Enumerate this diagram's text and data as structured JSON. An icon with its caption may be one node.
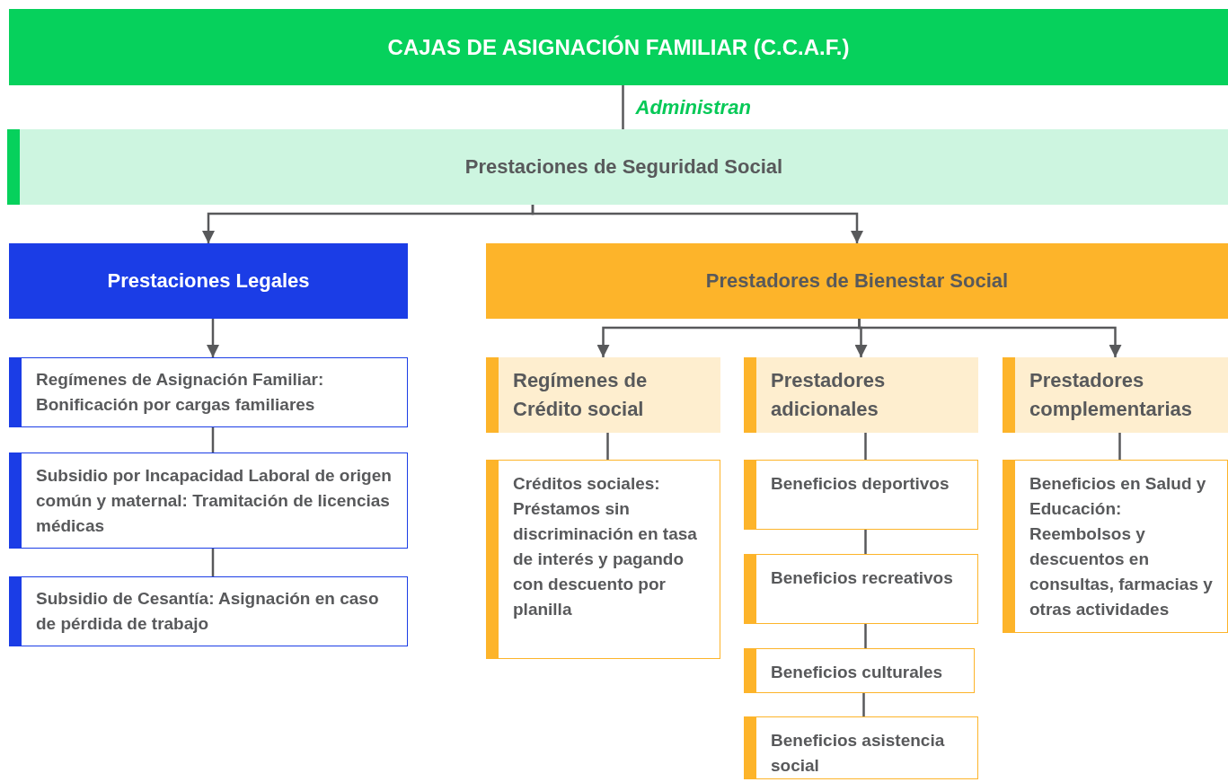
{
  "diagram": {
    "nodes": [
      {
        "text": [
          "CAJAS DE ASIGNACIÓN FAMILIAR (C.C.A.F.)"
        ]
      },
      {
        "text": [
          "Prestaciones de Seguridad Social"
        ]
      },
      {
        "text": [
          "Prestaciones Legales"
        ]
      },
      {
        "text": [
          "Prestadores de Bienestar Social"
        ]
      },
      {
        "text": [
          "Regímenes de Asignación Familiar: Bonificación por cargas familiares"
        ]
      },
      {
        "text": [
          "Subsidio por Incapacidad Laboral de origen común y maternal: Tramitación de licencias médicas"
        ]
      },
      {
        "text": [
          "Subsidio de Cesantía: Asignación en caso de pérdida de trabajo"
        ]
      },
      {
        "text": [
          "Regímenes de Crédito social"
        ]
      },
      {
        "text": [
          "Prestadores adicionales"
        ]
      },
      {
        "text": [
          "Prestadores complementarias"
        ]
      },
      {
        "text": [
          "Créditos sociales: Préstamos sin discriminación en tasa de interés y pagando con descuento por planilla"
        ]
      },
      {
        "text": [
          "Beneficios deportivos"
        ]
      },
      {
        "text": [
          "Beneficios recreativos"
        ]
      },
      {
        "text": [
          "Beneficios culturales"
        ]
      },
      {
        "text": [
          "Beneficios asistencia social"
        ]
      },
      {
        "text": [
          "Beneficios en Salud y Educación: Reembolsos y descuentos en consultas, farmacias y otras actividades"
        ]
      }
    ],
    "edges": [
      {
        "from": 0,
        "to": 1,
        "arrow": "none",
        "label": "Administran"
      },
      {
        "from": 1,
        "to": 2,
        "arrow": "to"
      },
      {
        "from": 1,
        "to": 3,
        "arrow": "to"
      },
      {
        "from": 2,
        "to": 4,
        "arrow": "to"
      },
      {
        "from": 4,
        "to": 5,
        "arrow": "none"
      },
      {
        "from": 5,
        "to": 6,
        "arrow": "none"
      },
      {
        "from": 3,
        "to": 7,
        "arrow": "to"
      },
      {
        "from": 3,
        "to": 8,
        "arrow": "to"
      },
      {
        "from": 3,
        "to": 9,
        "arrow": "to"
      },
      {
        "from": 7,
        "to": 10,
        "arrow": "none"
      },
      {
        "from": 8,
        "to": 11,
        "arrow": "none"
      },
      {
        "from": 11,
        "to": 12,
        "arrow": "none"
      },
      {
        "from": 12,
        "to": 13,
        "arrow": "none"
      },
      {
        "from": 13,
        "to": 14,
        "arrow": "none"
      },
      {
        "from": 9,
        "to": 15,
        "arrow": "none"
      }
    ]
  }
}
